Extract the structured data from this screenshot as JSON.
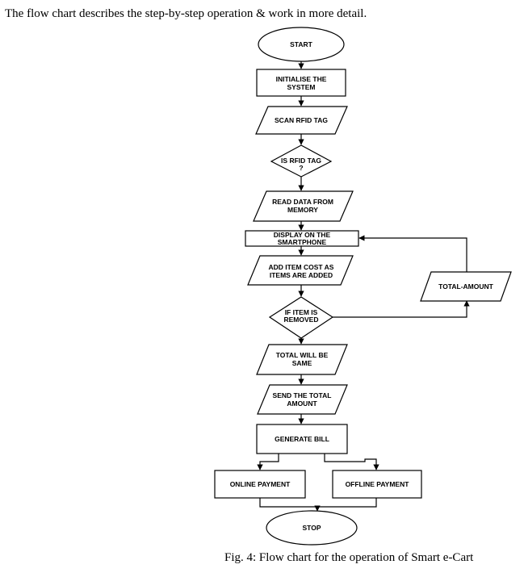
{
  "intro_text": "The flow chart describes the step-by-step operation & work in more detail.",
  "caption": "Fig. 4: Flow chart for the operation of Smart e-Cart",
  "nodes": {
    "start": {
      "shape": "ellipse",
      "lines": [
        "START"
      ]
    },
    "init": {
      "shape": "rectangle",
      "lines": [
        "INITIALISE THE",
        "SYSTEM"
      ]
    },
    "scan": {
      "shape": "parallelogram",
      "lines": [
        "SCAN RFID TAG"
      ]
    },
    "is_rfid": {
      "shape": "diamond",
      "lines": [
        "IS RFID TAG",
        "?"
      ]
    },
    "read": {
      "shape": "parallelogram",
      "lines": [
        "READ DATA FROM",
        "MEMORY"
      ]
    },
    "display": {
      "shape": "rectangle",
      "lines": [
        "DISPLAY ON THE",
        "SMARTPHONE"
      ]
    },
    "add_cost": {
      "shape": "parallelogram",
      "lines": [
        "ADD ITEM COST AS",
        "ITEMS ARE ADDED"
      ]
    },
    "removed": {
      "shape": "diamond",
      "lines": [
        "IF ITEM IS",
        "REMOVED"
      ]
    },
    "total_amount": {
      "shape": "parallelogram",
      "lines": [
        "TOTAL-AMOUNT"
      ]
    },
    "total_same": {
      "shape": "parallelogram",
      "lines": [
        "TOTAL WILL BE",
        "SAME"
      ]
    },
    "send": {
      "shape": "parallelogram",
      "lines": [
        "SEND THE TOTAL",
        "AMOUNT"
      ]
    },
    "bill": {
      "shape": "rectangle",
      "lines": [
        "GENERATE BILL"
      ]
    },
    "online": {
      "shape": "rectangle",
      "lines": [
        "ONLINE PAYMENT"
      ]
    },
    "offline": {
      "shape": "rectangle",
      "lines": [
        "OFFLINE PAYMENT"
      ]
    },
    "stop": {
      "shape": "ellipse",
      "lines": [
        "STOP"
      ]
    }
  },
  "edges": [
    {
      "from": "start",
      "to": "init"
    },
    {
      "from": "init",
      "to": "scan"
    },
    {
      "from": "scan",
      "to": "is_rfid"
    },
    {
      "from": "is_rfid",
      "to": "read"
    },
    {
      "from": "read",
      "to": "display"
    },
    {
      "from": "display",
      "to": "add_cost"
    },
    {
      "from": "add_cost",
      "to": "removed"
    },
    {
      "from": "removed",
      "to": "total_amount"
    },
    {
      "from": "total_amount",
      "to": "display"
    },
    {
      "from": "removed",
      "to": "total_same"
    },
    {
      "from": "total_same",
      "to": "send"
    },
    {
      "from": "send",
      "to": "bill"
    },
    {
      "from": "bill",
      "to": "online"
    },
    {
      "from": "bill",
      "to": "offline"
    },
    {
      "from": "online",
      "to": "stop"
    },
    {
      "from": "offline",
      "to": "stop"
    }
  ]
}
